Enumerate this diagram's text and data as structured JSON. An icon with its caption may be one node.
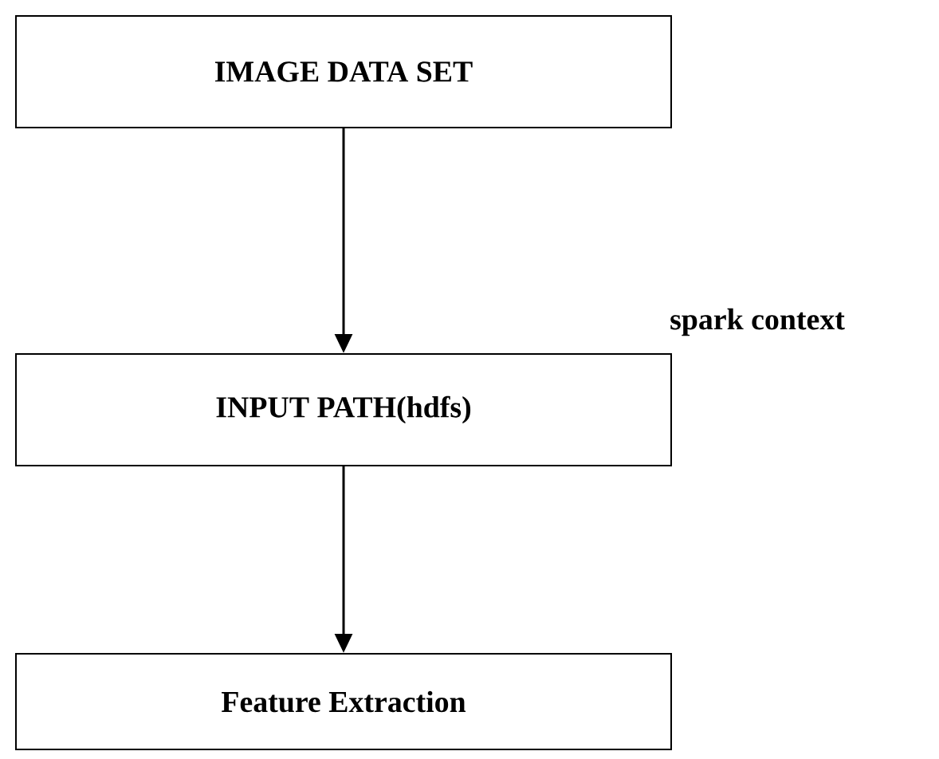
{
  "diagram": {
    "nodes": [
      {
        "text": [
          "IMAGE DATA SET"
        ]
      },
      {
        "text": [
          "INPUT PATH(hdfs)"
        ]
      },
      {
        "text": [
          "Feature Extraction"
        ]
      }
    ],
    "edges": [
      {
        "from": 0,
        "to": 1,
        "arrow": "to"
      },
      {
        "from": 1,
        "to": 2,
        "arrow": "to"
      }
    ],
    "labels": [
      "spark context"
    ]
  }
}
